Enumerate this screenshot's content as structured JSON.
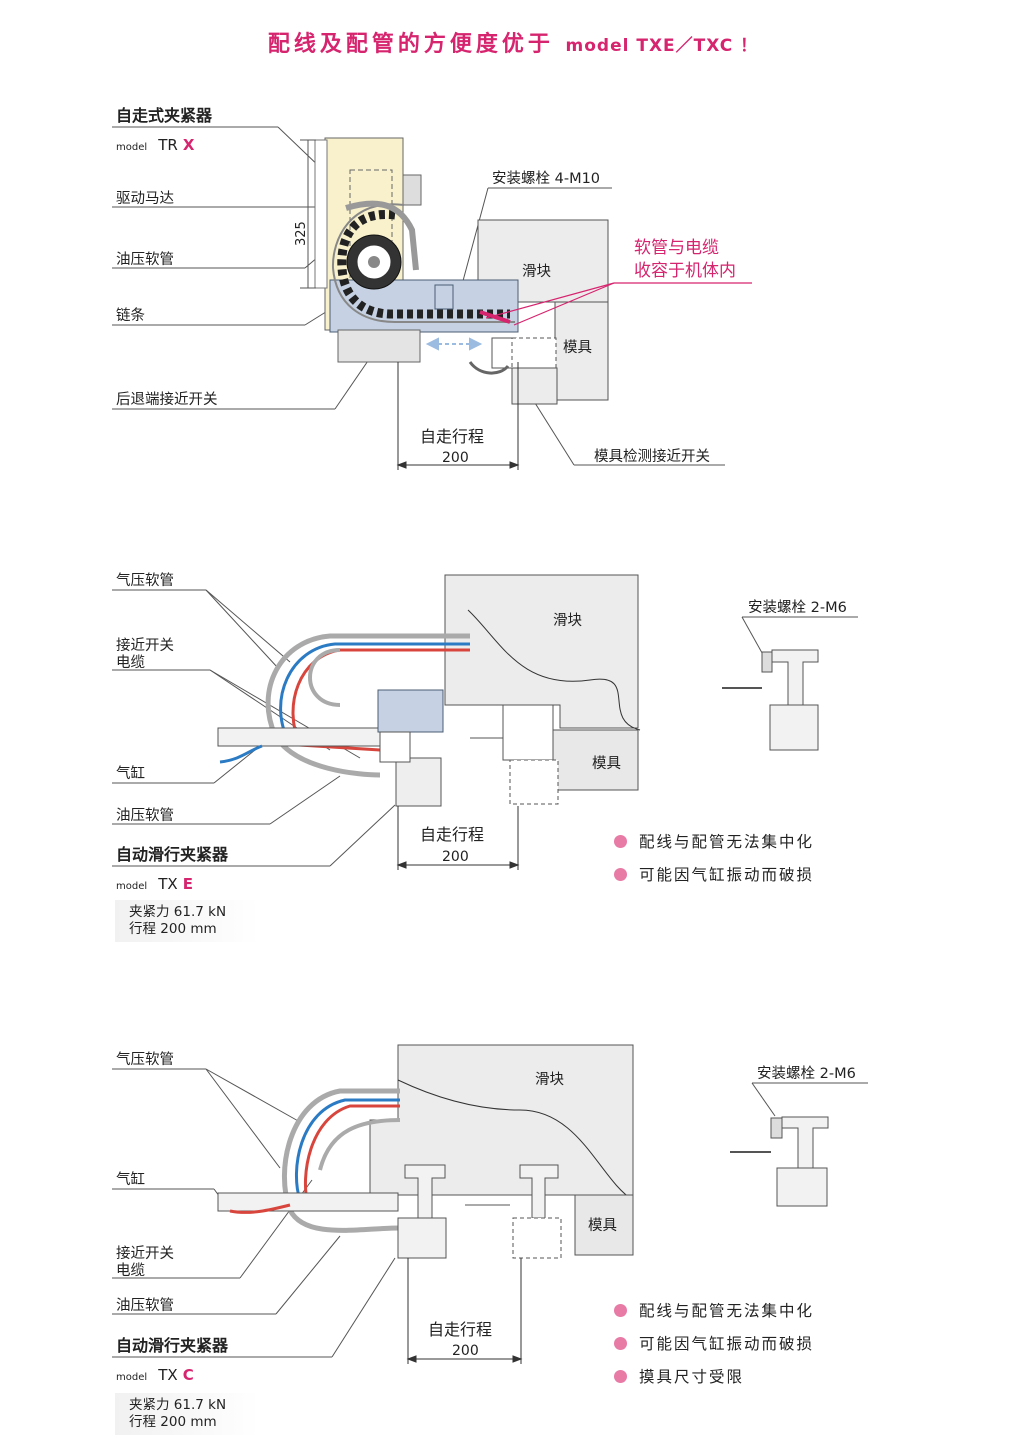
{
  "title": {
    "text": "配线及配管的方便度优于",
    "model": "model TXE／TXC ！"
  },
  "section1": {
    "name": "自走式夹紧器",
    "model_prefix": "model",
    "model_code": "TR",
    "model_suffix": "X",
    "labels": {
      "motor": "驱动马达",
      "hose": "油压软管",
      "chain": "链条",
      "rear_switch": "后退端接近开关",
      "bolt": "安装螺栓 4-M10",
      "housed_1": "软管与电缆",
      "housed_2": "收容于机体内",
      "slide": "滑块",
      "die": "模具",
      "die_switch": "模具检测接近开关",
      "travel": "自走行程",
      "travel_value": "200",
      "height_dim": "325"
    }
  },
  "section2": {
    "name": "自动滑行夹紧器",
    "model_prefix": "model",
    "model_code": "TX",
    "model_suffix": "E",
    "labels": {
      "air_hose": "气压软管",
      "switch_cable_1": "接近开关",
      "switch_cable_2": "电缆",
      "cylinder": "气缸",
      "oil_hose": "油压软管",
      "slide": "滑块",
      "die": "模具",
      "bolt": "安装螺栓 2-M6",
      "travel": "自走行程",
      "travel_value": "200"
    },
    "spec": {
      "force": "夹紧力 61.7 kN",
      "stroke": "行程 200 mm"
    },
    "bullets": [
      "配线与配管无法集中化",
      "可能因气缸振动而破损"
    ]
  },
  "section3": {
    "name": "自动滑行夹紧器",
    "model_prefix": "model",
    "model_code": "TX",
    "model_suffix": "C",
    "labels": {
      "air_hose": "气压软管",
      "cylinder": "气缸",
      "switch_cable_1": "接近开关",
      "switch_cable_2": "电缆",
      "oil_hose": "油压软管",
      "slide": "滑块",
      "die": "模具",
      "bolt": "安装螺栓 2-M6",
      "travel": "自走行程",
      "travel_value": "200"
    },
    "spec": {
      "force": "夹紧力 61.7 kN",
      "stroke": "行程 200 mm"
    },
    "bullets": [
      "配线与配管无法集中化",
      "可能因气缸振动而破损",
      "摸具尺寸受限"
    ]
  },
  "colors": {
    "accent": "#d6246e",
    "bullet": "#e87aa6",
    "hose_blue": "#2b7bc4",
    "hose_red": "#d8453c",
    "body_fill": "#c6d2e3",
    "cream": "#f8f1cc"
  }
}
